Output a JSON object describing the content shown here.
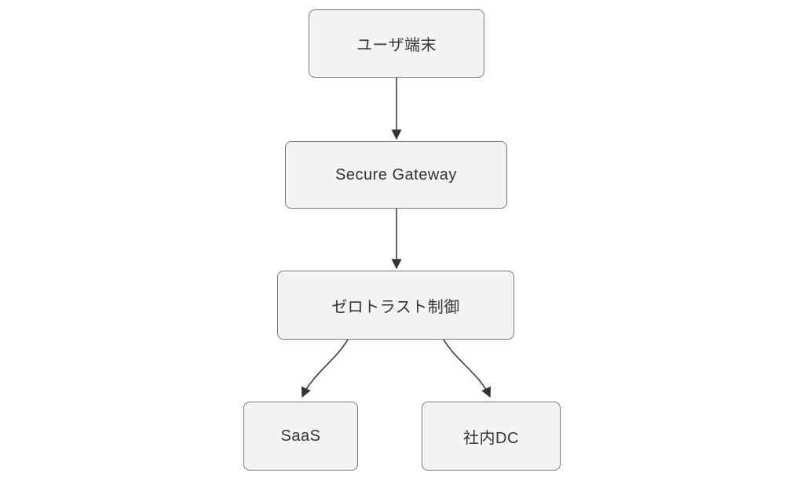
{
  "diagram": {
    "type": "flowchart-top-down",
    "background_color": "#ffffff",
    "node_fill_color": "#f4f4f4",
    "node_border_color": "#787878",
    "edge_color": "#333333",
    "text_color": "#333333",
    "nodes": [
      {
        "id": "user",
        "label": "ユーザ端末"
      },
      {
        "id": "gateway",
        "label": "Secure Gateway"
      },
      {
        "id": "zerotrust",
        "label": "ゼロトラスト制御"
      },
      {
        "id": "saas",
        "label": "SaaS"
      },
      {
        "id": "dc",
        "label": "社内DC"
      }
    ],
    "edges": [
      {
        "from": "user",
        "to": "gateway",
        "style": "straight-arrow"
      },
      {
        "from": "gateway",
        "to": "zerotrust",
        "style": "straight-arrow"
      },
      {
        "from": "zerotrust",
        "to": "saas",
        "style": "curved-arrow"
      },
      {
        "from": "zerotrust",
        "to": "dc",
        "style": "curved-arrow"
      }
    ]
  }
}
